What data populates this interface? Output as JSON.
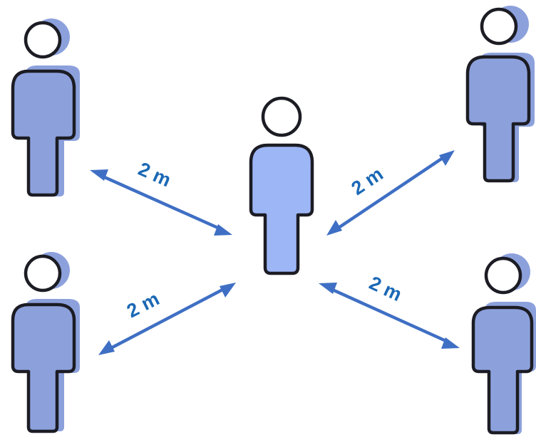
{
  "diagram": {
    "colors": {
      "arrow": "#3f6fc4",
      "label": "#1a68b5",
      "outer_person_fill": "#8ca1dc",
      "center_person_fill": "#9db6f6",
      "outline": "#1c1c24"
    },
    "people": [
      {
        "id": "top-left",
        "role": "outer"
      },
      {
        "id": "bottom-left",
        "role": "outer"
      },
      {
        "id": "center",
        "role": "center"
      },
      {
        "id": "top-right",
        "role": "outer"
      },
      {
        "id": "bottom-right",
        "role": "outer"
      }
    ],
    "distances": [
      {
        "id": "top-left",
        "label": "2 m"
      },
      {
        "id": "bottom-left",
        "label": "2 m"
      },
      {
        "id": "top-right",
        "label": "2 m"
      },
      {
        "id": "bottom-right",
        "label": "2 m"
      }
    ]
  }
}
